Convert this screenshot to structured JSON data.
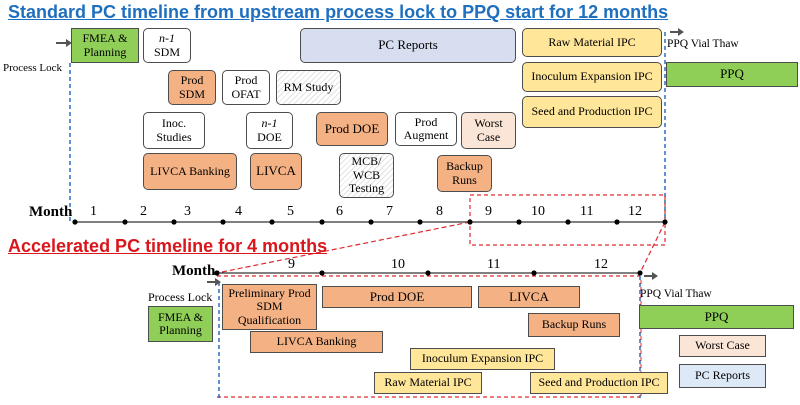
{
  "standard": {
    "title": "Standard PC timeline from upstream process lock to PPQ start for 12 months",
    "process_lock": "Process Lock",
    "month_label": "Month",
    "months": [
      "1",
      "2",
      "3",
      "4",
      "5",
      "6",
      "7",
      "8",
      "9",
      "10",
      "11",
      "12"
    ],
    "vial_thaw": "PPQ Vial Thaw",
    "ppq": "PPQ",
    "boxes": {
      "fmea": "FMEA & Planning",
      "n1_sdm_a": "n-1",
      "n1_sdm_b": "SDM",
      "pc_reports": "PC Reports",
      "raw_material": "Raw Material IPC",
      "prod_sdm": "Prod SDM",
      "prod_ofat": "Prod OFAT",
      "rm_study": "RM Study",
      "inoc_exp": "Inoculum Expansion IPC",
      "seed_prod": "Seed and Production IPC",
      "inoc_studies": "Inoc. Studies",
      "n1_doe_a": "n-1",
      "n1_doe_b": "DOE",
      "prod_doe": "Prod DOE",
      "prod_augment": "Prod Augment",
      "worst_case": "Worst Case",
      "livca_banking": "LIVCA Banking",
      "livca": "LIVCA",
      "mcb_wcb": "MCB/ WCB Testing",
      "backup_runs": "Backup Runs"
    }
  },
  "accelerated": {
    "title": "Accelerated PC timeline for 4 months",
    "month_label": "Month",
    "months": [
      "9",
      "10",
      "11",
      "12"
    ],
    "process_lock": "Process Lock",
    "vial_thaw": "PPQ Vial Thaw",
    "boxes": {
      "fmea": "FMEA & Planning",
      "prelim": "Preliminary Prod SDM Qualification",
      "prod_doe": "Prod DOE",
      "livca": "LIVCA",
      "backup_runs": "Backup Runs",
      "livca_banking": "LIVCA Banking",
      "inoc_exp": "Inoculum Expansion  IPC",
      "raw_material": "Raw Material IPC",
      "seed_prod": "Seed and Production IPC",
      "ppq": "PPQ",
      "worst_case": "Worst Case",
      "pc_reports": "PC Reports"
    }
  },
  "colors": {
    "standard_title": "#1f6fbf",
    "accelerated_title": "#d9161c",
    "prod_orange": "#f4b183",
    "planning_green": "#8fce57",
    "ipc_yellow": "#ffe699",
    "report_blue": "#d6def0",
    "dashed_blue": "#2e6bc2",
    "dashed_red": "#e0292f"
  }
}
